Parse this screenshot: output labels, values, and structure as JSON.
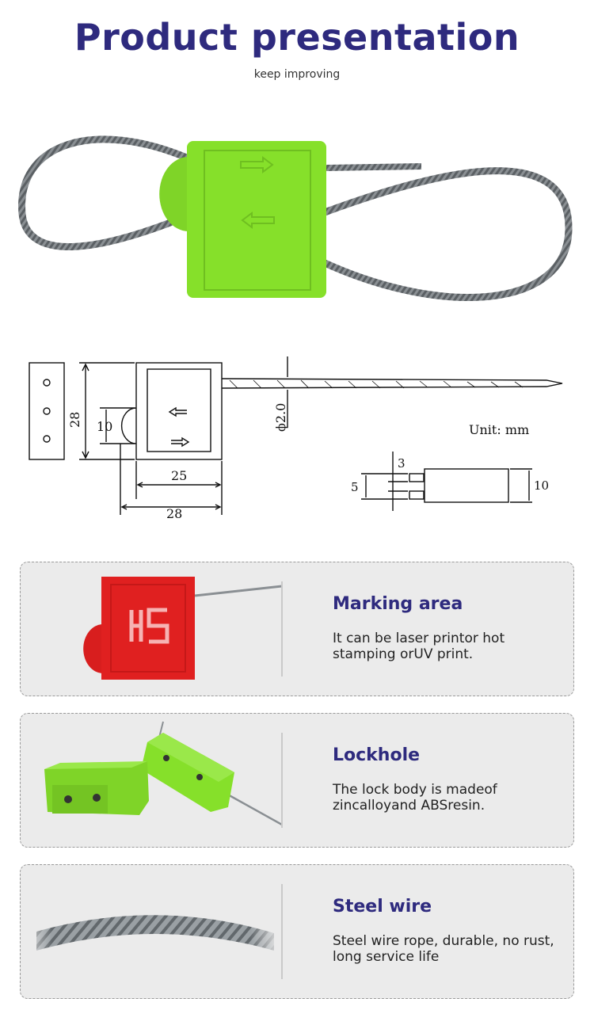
{
  "header": {
    "title": "Product presentation",
    "subtitle": "keep improving"
  },
  "drawing": {
    "unit_label": "Unit: mm",
    "dimensions": {
      "height": "28",
      "hole": "10",
      "inner_width": "25",
      "outer_width": "28",
      "wire_diameter": "ϕ2.0",
      "side_3": "3",
      "side_5": "5",
      "side_10": "10"
    }
  },
  "colors": {
    "accent": "#2e2a7e",
    "seal_green": "#86e02a",
    "seal_red": "#e02020",
    "card_bg": "#ebebeb"
  },
  "features": [
    {
      "title": "Marking area",
      "description": "It can be laser printor hot stamping orUV print.",
      "icon": "red-seal-image"
    },
    {
      "title": "Lockhole",
      "description": "The lock body is madeof zincalloyand ABSresin.",
      "icon": "green-seal-lockhole-image"
    },
    {
      "title": "Steel wire",
      "description": "Steel wire rope, durable, no rust, long service life",
      "icon": "steel-wire-image"
    }
  ]
}
